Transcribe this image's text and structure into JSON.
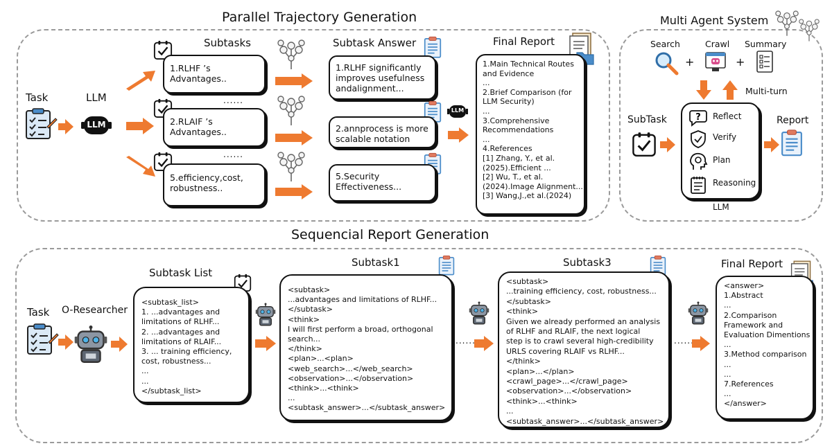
{
  "parallel": {
    "title": "Parallel Trajectory Generation",
    "task_label": "Task",
    "llm_label": "LLM",
    "llm_badge": "LLM",
    "subtasks_header": "Subtasks",
    "answer_header": "Subtask Answer",
    "report_header": "Final Report",
    "ellipsis": "......",
    "subtasks": [
      {
        "lines": [
          "1.RLHF ’s",
          "Advantages.."
        ]
      },
      {
        "lines": [
          "2.RLAIF ’s",
          "Advantages.."
        ]
      },
      {
        "lines": [
          "5.efficiency,cost,",
          "robustness.."
        ]
      }
    ],
    "answers": [
      {
        "lines": [
          "1.RLHF significantly",
          "improves usefulness",
          "andalignment..."
        ]
      },
      {
        "lines": [
          "2.annprocess is more",
          "scalable notation"
        ]
      },
      {
        "lines": [
          "5.Security",
          "Effectiveness..."
        ]
      }
    ],
    "report_lines": [
      "1.Main Technical Routes",
      "and Evidence",
      "...",
      "2.Brief Comparison (for",
      "LLM Security)",
      "...",
      "3.Comprehensive",
      "Recommendations",
      "...",
      "4.References",
      "[1] Zhang, Y., et al.",
      "(2025).Efficient ...",
      "[2] Wu, T., et al.",
      "(2024).Image Alignment...",
      "[3] Wang,J.,et al.(2024)"
    ]
  },
  "mas": {
    "title": "Multi Agent System",
    "tools": [
      "Search",
      "Crawl",
      "Summary"
    ],
    "plus": "+",
    "multi_turn": "Multi-turn",
    "subtask_label": "SubTask",
    "report_label": "Report",
    "llm_caption": "LLM",
    "capabilities": [
      "Reflect",
      "Verify",
      "Plan",
      "Reasoning"
    ]
  },
  "sequential": {
    "title": "Sequencial Report Generation",
    "task_label": "Task",
    "researcher_label": "O-Researcher",
    "list_header": "Subtask List",
    "s1_header": "Subtask1",
    "s3_header": "Subtask3",
    "report_header": "Final Report",
    "ellipsis": "......",
    "list_lines": [
      "<subtask_list>",
      "1. ...advantages and",
      "limitations of RLHF...",
      "2. ...advantages and",
      "limitations of RLAIF...",
      "3. ... training efficiency,",
      "cost, robustness...",
      "...",
      "...",
      "</subtask_list>"
    ],
    "s1_lines": [
      "<subtask>",
      "...advantages and limitations of RLHF...",
      "</subtask>",
      "<think>",
      "I will first perform a broad, orthogonal",
      "search...",
      "</think>",
      "<plan>...<plan>",
      "<web_search>...</web_search>",
      "<observation>...</observation>",
      "<think>...<think>",
      "...",
      "<subtask_answer>...</subtask_answer>"
    ],
    "s3_lines": [
      "<subtask>",
      "...training efficiency, cost, robustness...",
      "</subtask>",
      "<think>",
      "Given we already performed an analysis",
      "of RLHF and RLAIF, the next logical",
      "step is to crawl several high-credibility",
      "URLS covering RLAIF vs RLHF...",
      "</think>",
      "<plan>...</plan>",
      "<crawl_page>...</crawl_page>",
      "<observation>...</observation>",
      "<think>...<think>",
      "...",
      "<subtask_answer>...</subtask_answer>"
    ],
    "report_lines": [
      "<answer>",
      "1.Abstract",
      "...",
      "2.Comparison",
      "Framework and",
      "Evaluation Dimentions",
      "...",
      "3.Method comparison",
      "...",
      "...",
      "7.References",
      "...",
      "</answer>"
    ]
  },
  "colors": {
    "arrow": "#ee7a30",
    "icon_blue": "#4a8cc9",
    "border": "#111111",
    "dash": "#9a9a9a"
  },
  "icons": [
    "clipboard-check-icon",
    "llm-chip-icon",
    "document-icon",
    "folder-icon",
    "network-tree-icon",
    "robot-icon",
    "magnifier-icon",
    "shield-check-icon",
    "question-icon",
    "head-gear-icon",
    "checklist-icon"
  ]
}
